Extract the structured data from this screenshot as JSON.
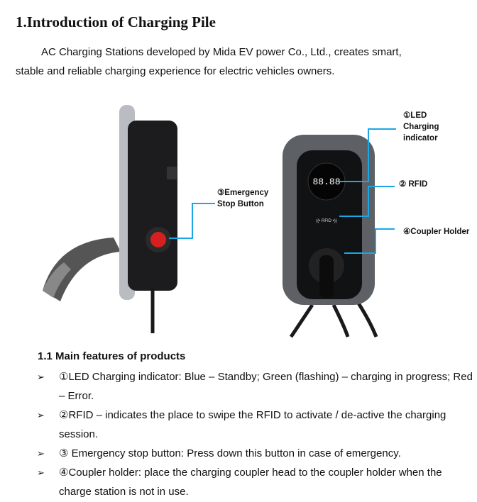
{
  "title": "1.Introduction of Charging Pile",
  "intro": {
    "line1": "AC Charging Stations  developed by Mida EV power Co., Ltd., creates smart,",
    "line2": "stable and reliable charging experience for electric vehicles owners."
  },
  "figure": {
    "callouts": {
      "led": [
        "①LED",
        "Charging",
        "indicator"
      ],
      "rfid": "② RFID",
      "stop": [
        "③Emergency",
        "Stop Button"
      ],
      "holder": "④Coupler Holder"
    },
    "device_display": {
      "digits": "88.88",
      "rfid_label": "((• RFID •))"
    },
    "line_color": "#1aa7e6"
  },
  "features": {
    "heading": "1.1  Main features of products",
    "arrow_icon": "➢",
    "items": [
      "①LED Charging indicator: Blue – Standby; Green (flashing) – charging in progress; Red – Error.",
      "②RFID – indicates the place to swipe the RFID to activate / de-active the charging session.",
      "③ Emergency stop button: Press down this button in case of emergency.",
      "④Coupler holder: place the charging coupler head to the coupler holder when the charge station is not in use."
    ]
  }
}
